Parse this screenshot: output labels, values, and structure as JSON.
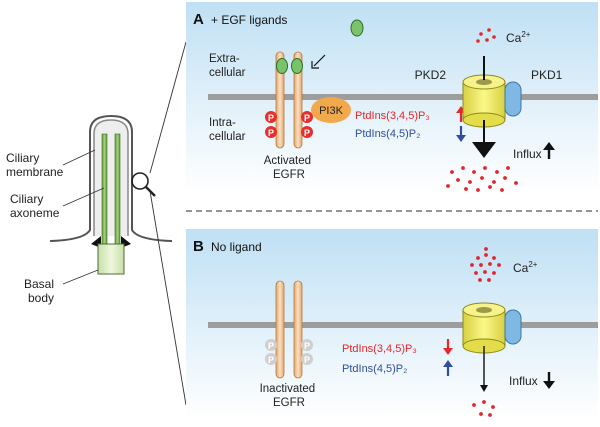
{
  "cilium": {
    "membrane_label": [
      "Ciliary",
      "membrane"
    ],
    "axoneme_label": [
      "Ciliary",
      "axoneme"
    ],
    "basal_label": [
      "Basal",
      "body"
    ]
  },
  "panel_a": {
    "letter": "A",
    "ligand_title": "+ EGF ligands",
    "extra_label": [
      "Extra-",
      "cellular"
    ],
    "intra_label": [
      "Intra-",
      "cellular"
    ],
    "p_marker": "P",
    "pi3k_label": "PI3K",
    "pip3_label": "PtdIns(3,4,5)P₃",
    "pip2_label": "PtdIns(4,5)P₂",
    "egfr_label": [
      "Activated",
      "EGFR"
    ],
    "pkd2_label": "PKD2",
    "pkd1_label": "PKD1",
    "calcium_label": "Ca",
    "calcium_charge": "2+",
    "influx_label": "Influx"
  },
  "panel_b": {
    "letter": "B",
    "title": "No ligand",
    "p_marker": "P",
    "pip3_label": "PtdIns(3,4,5)P₃",
    "pip2_label": "PtdIns(4,5)P₂",
    "egfr_label": [
      "Inactivated",
      "EGFR"
    ],
    "calcium_label": "Ca",
    "calcium_charge": "2+",
    "influx_label": "Influx"
  },
  "colors": {
    "up_arrow_red": "#e8262c",
    "down_arrow_blue": "#2f4f9e",
    "pip3_text": "#e8262c",
    "pip2_text": "#2f4f9e",
    "receptor": "#f7c89a",
    "p_active": "#e52f2f",
    "p_inactive": "#c8c8c8",
    "pi3k": "#f2a94c",
    "pkd2": "#f3ef5c",
    "pkd1": "#7fb8e2",
    "ligand": "#7ac36a",
    "calcium": "#e2262b",
    "membrane": "#9d9d9d",
    "sky_top": "#bfe0f4"
  }
}
